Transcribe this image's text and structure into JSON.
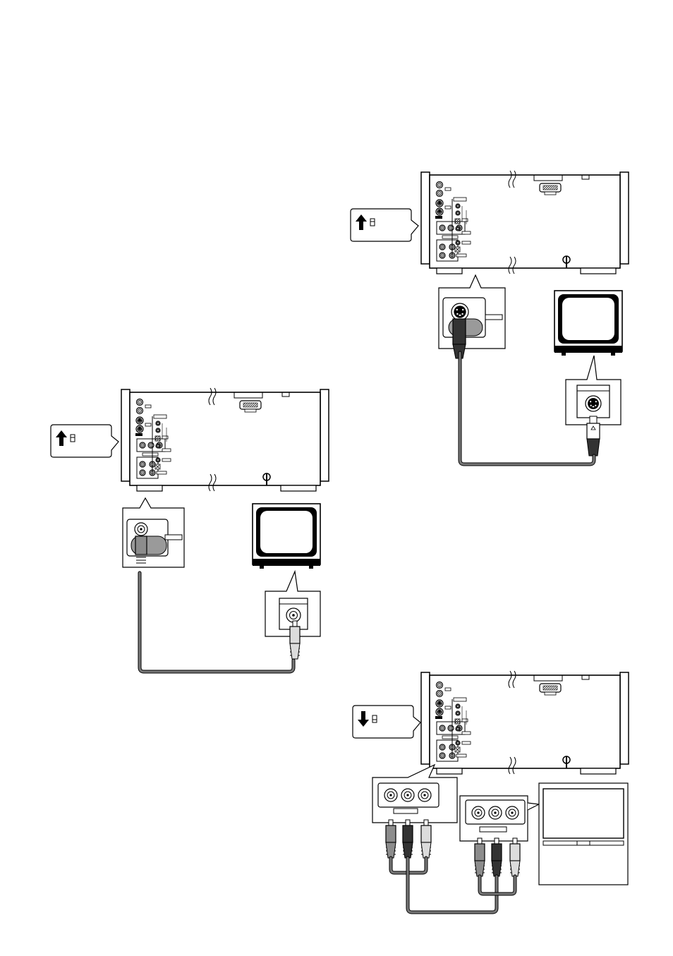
{
  "page": {
    "caption": ""
  },
  "colors": {
    "ink": "#000000",
    "paper": "#ffffff",
    "cable": "#777777",
    "cable_inner": "#a0a0a0",
    "jack_fill": "#9a9a9a",
    "plug_dark": "#333333",
    "plug_mid": "#8c8c8c",
    "plug_light": "#dcdcdc"
  },
  "diagrams": [
    {
      "id": "video-connection",
      "switch_direction": "up",
      "plug": "rca",
      "monitor": "crt",
      "description_icons": [
        "dvd-player-rear-panel",
        "video-out-jack",
        "rca-video-cable",
        "crt-monitor",
        "video-in-jack"
      ]
    },
    {
      "id": "s-video-connection",
      "switch_direction": "up",
      "plug": "s-video",
      "monitor": "crt",
      "description_icons": [
        "dvd-player-rear-panel",
        "s-video-out-jack",
        "s-video-cable",
        "crt-monitor",
        "s-video-in-jack"
      ]
    },
    {
      "id": "component-connection",
      "switch_direction": "down",
      "plug": "component",
      "monitor": "flat-panel",
      "description_icons": [
        "dvd-player-rear-panel",
        "component-out-jacks",
        "component-cable",
        "flat-panel-monitor",
        "component-in-jacks"
      ]
    }
  ]
}
